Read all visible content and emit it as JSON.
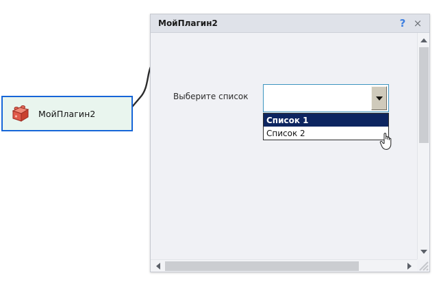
{
  "canvas": {
    "node": {
      "label": "МойПлагин2",
      "icon": "plugin-brick-icon",
      "border_color": "#1565d8",
      "fill_color": "#e9f5ee"
    },
    "connector": {
      "name": "node-link-curve",
      "color": "#2b2b2b"
    }
  },
  "dialog": {
    "title": "МойПлагин2",
    "help_label": "?",
    "close_label": "×",
    "background": "#f0f1f5",
    "titlebar_background": "#dfe2e9",
    "field": {
      "label": "Выберите список",
      "combo_value": "",
      "combo_placeholder": "",
      "arrow_icon": "chevron-down-icon",
      "border_color": "#3b94bf"
    },
    "dropdown": {
      "open": true,
      "selected_index": 0,
      "highlight_color": "#0d2560",
      "options": [
        {
          "label": "Список 1"
        },
        {
          "label": "Список 2"
        }
      ]
    },
    "scrollbars": {
      "vertical": {
        "up_icon": "triangle-up-icon",
        "down_icon": "triangle-down-icon",
        "thumb_color": "#cbcdd1"
      },
      "horizontal": {
        "left_icon": "triangle-left-icon",
        "right_icon": "triangle-right-icon",
        "thumb_color": "#cbcdd1"
      }
    },
    "resize_grip": "resize-grip-icon"
  },
  "cursor": {
    "type": "pointing-hand-cursor"
  }
}
